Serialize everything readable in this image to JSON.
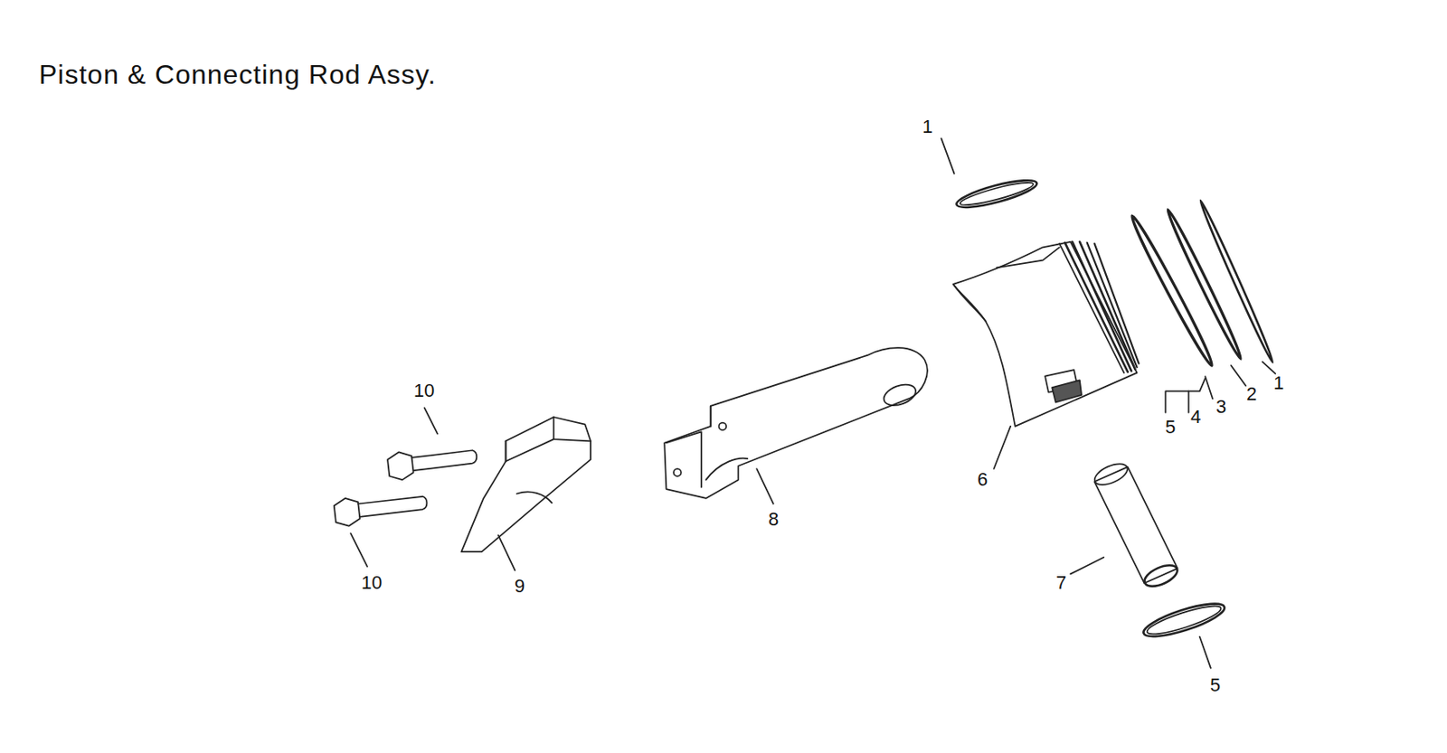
{
  "diagram": {
    "title": "Piston & Connecting Rod Assy.",
    "labels": [
      "1",
      "10",
      "5",
      "4",
      "3",
      "2",
      "1",
      "6",
      "8",
      "9",
      "10",
      "7",
      "5"
    ]
  }
}
